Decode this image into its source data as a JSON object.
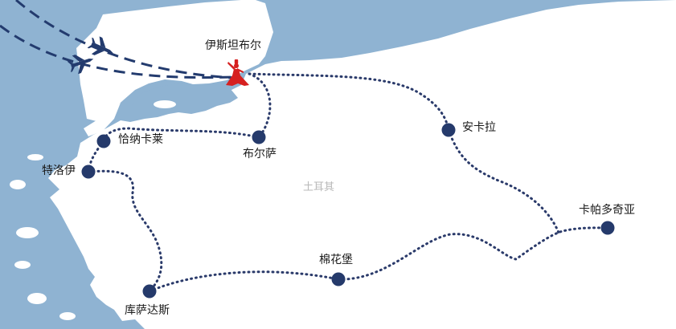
{
  "map": {
    "country_label": "土耳其",
    "colors": {
      "sea": "#8fb3d2",
      "land": "#ffffff",
      "route": "#2a3a6a",
      "city_marker": "#253a6b",
      "flight_path": "#233b6e",
      "dervish": "#d62020"
    },
    "cities": [
      {
        "id": "istanbul",
        "name": "伊斯坦布尔"
      },
      {
        "id": "canakkale",
        "name": "恰纳卡莱"
      },
      {
        "id": "bursa",
        "name": "布尔萨"
      },
      {
        "id": "troy",
        "name": "特洛伊"
      },
      {
        "id": "ankara",
        "name": "安卡拉"
      },
      {
        "id": "cappadocia",
        "name": "卡帕多奇亚"
      },
      {
        "id": "pamukkale",
        "name": "棉花堡"
      },
      {
        "id": "kusadasi",
        "name": "库萨达斯"
      }
    ],
    "icons": [
      "airplane-icon",
      "airplane-icon",
      "whirling-dervish-icon"
    ]
  }
}
